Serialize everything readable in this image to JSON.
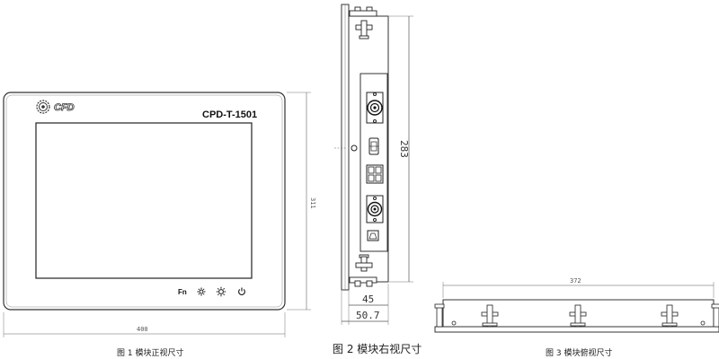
{
  "front_view": {
    "model_label": "CPD-T-1501",
    "brand_text": "CFD",
    "width_dim": "400",
    "height_dim": "311",
    "fn_label": "Fn",
    "caption": "图 1 模块正视尺寸"
  },
  "side_view": {
    "height_dim": "283",
    "depth_dim": "45",
    "total_depth_dim": "50.7",
    "caption": "图 2 模块右视尺寸"
  },
  "top_view": {
    "width_dim": "372",
    "caption": "图 3 模块俯视尺寸"
  },
  "icons": [
    "gear-logo-icon",
    "brightness-down-icon",
    "brightness-up-icon",
    "power-icon"
  ]
}
